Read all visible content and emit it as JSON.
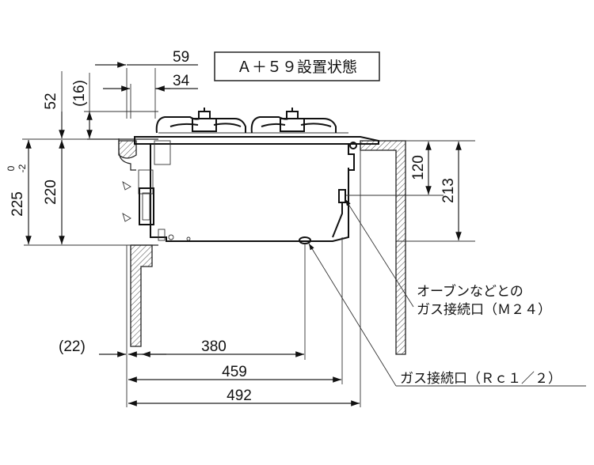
{
  "title": "Ａ＋５９設置状態",
  "dimensions": {
    "top_width_59": "59",
    "top_width_34": "34",
    "height_52": "52",
    "height_16": "(16)",
    "depth_225": "225",
    "tol_upper": "0",
    "tol_lower": "-2",
    "depth_220": "220",
    "depth_120": "120",
    "depth_213": "213",
    "gap_22": "(22)",
    "width_380": "380",
    "width_459": "459",
    "width_492": "492"
  },
  "notes": {
    "oven_line1": "オーブンなどとの",
    "oven_line2": "ガス接続口（Ｍ２４）",
    "gas_rc": "ガス接続口（Ｒｃ１／２）"
  }
}
